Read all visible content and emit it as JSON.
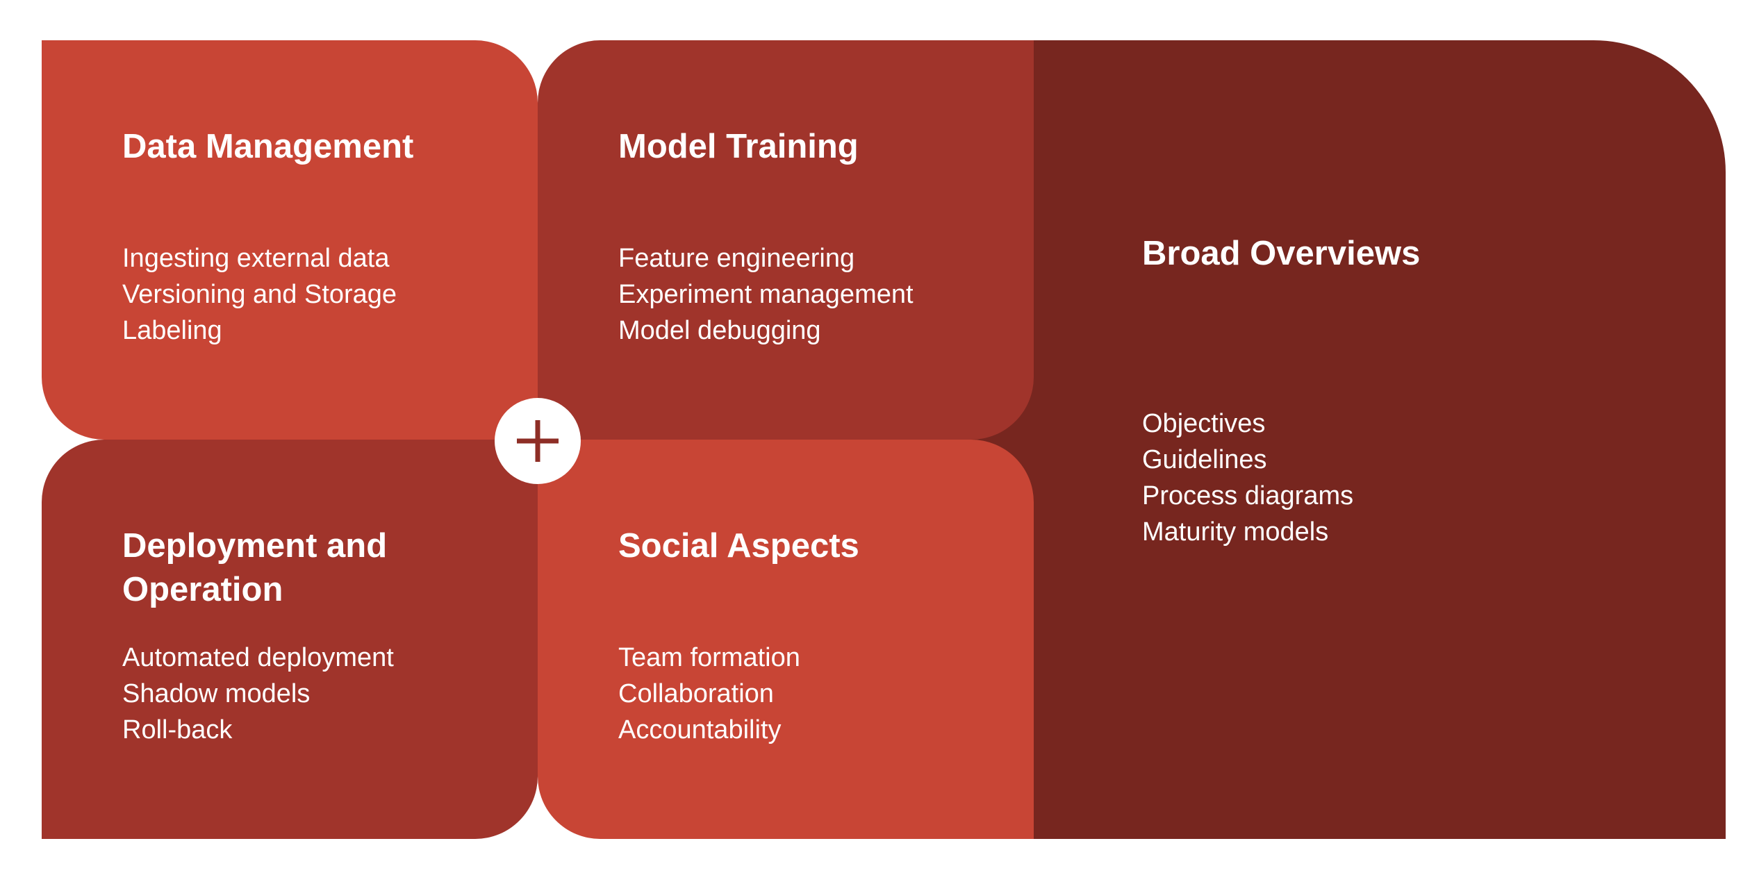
{
  "colors": {
    "light": "#C84535",
    "medium": "#A0342B",
    "dark": "#77261F",
    "plus_icon": "#8E2E26"
  },
  "icons": {
    "center": "plus-icon"
  },
  "panels": [
    {
      "id": "data",
      "title": "Data Management",
      "items": [
        "Ingesting external data",
        "Versioning and Storage",
        "Labeling"
      ]
    },
    {
      "id": "training",
      "title": "Model Training",
      "items": [
        "Feature engineering",
        "Experiment management",
        "Model debugging"
      ]
    },
    {
      "id": "deploy",
      "title_lines": [
        "Deployment and",
        "Operation"
      ],
      "items": [
        "Automated deployment",
        "Shadow models",
        "Roll-back"
      ]
    },
    {
      "id": "social",
      "title": "Social Aspects",
      "items": [
        "Team formation",
        "Collaboration",
        "Accountability"
      ]
    },
    {
      "id": "broad",
      "title": "Broad Overviews",
      "items": [
        "Objectives",
        "Guidelines",
        "Process diagrams",
        "Maturity models"
      ]
    }
  ]
}
